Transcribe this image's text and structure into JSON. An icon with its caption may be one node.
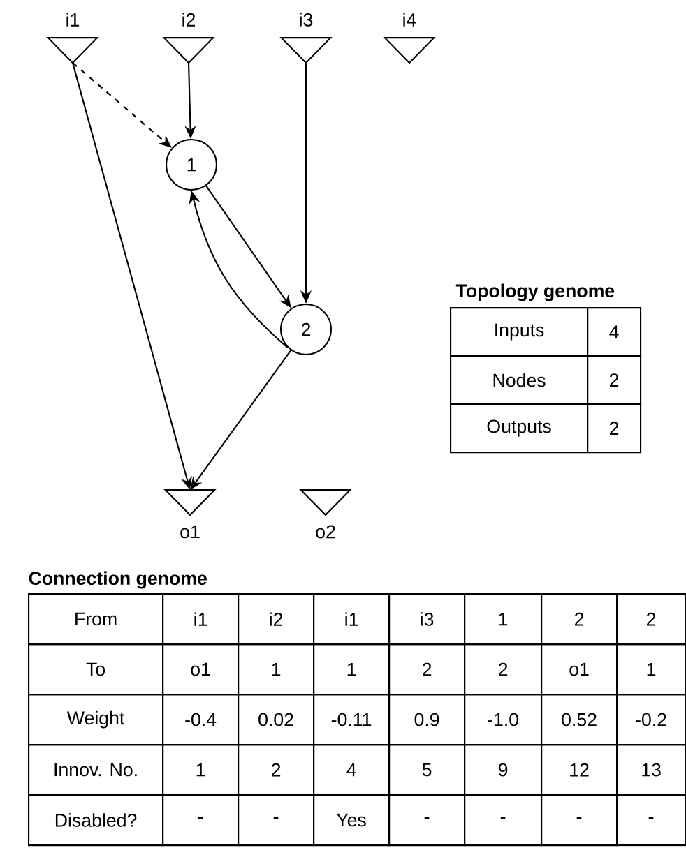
{
  "diagram": {
    "nodes": [
      {
        "text": [
          "i1"
        ]
      },
      {
        "text": [
          "i2"
        ]
      },
      {
        "text": [
          "i3"
        ]
      },
      {
        "text": [
          "i4"
        ]
      },
      {
        "text": [
          "1"
        ]
      },
      {
        "text": [
          "2"
        ]
      },
      {
        "text": [
          "o1"
        ]
      },
      {
        "text": [
          "o2"
        ]
      }
    ],
    "edges": [
      {
        "from": 0,
        "to": 4,
        "arrow": "to",
        "style": "dashed"
      },
      {
        "from": 1,
        "to": 4,
        "arrow": "to"
      },
      {
        "from": 2,
        "to": 5,
        "arrow": "to"
      },
      {
        "from": 4,
        "to": 5,
        "arrow": "to"
      },
      {
        "from": 5,
        "to": 4,
        "arrow": "to"
      },
      {
        "from": 0,
        "to": 6,
        "arrow": "to"
      },
      {
        "from": 5,
        "to": 6,
        "arrow": "to"
      }
    ],
    "labels": [
      "Topology genome",
      "Inputs",
      "4",
      "Nodes",
      "2",
      "Outputs",
      "2",
      "Connection genome",
      "From",
      "i1",
      "i2",
      "i1",
      "i3",
      "1",
      "2",
      "2",
      "To",
      "o1",
      "1",
      "1",
      "2",
      "2",
      "o1",
      "1",
      "Weight",
      "-0.4",
      "0.02",
      "-0.11",
      "0.9",
      "-1.0",
      "0.52",
      "-0.2",
      "Innov. No.",
      "1",
      "2",
      "4",
      "5",
      "9",
      "12",
      "13",
      "Disabled?",
      "-",
      "-",
      "Yes",
      "-",
      "-",
      "-",
      "-"
    ]
  }
}
